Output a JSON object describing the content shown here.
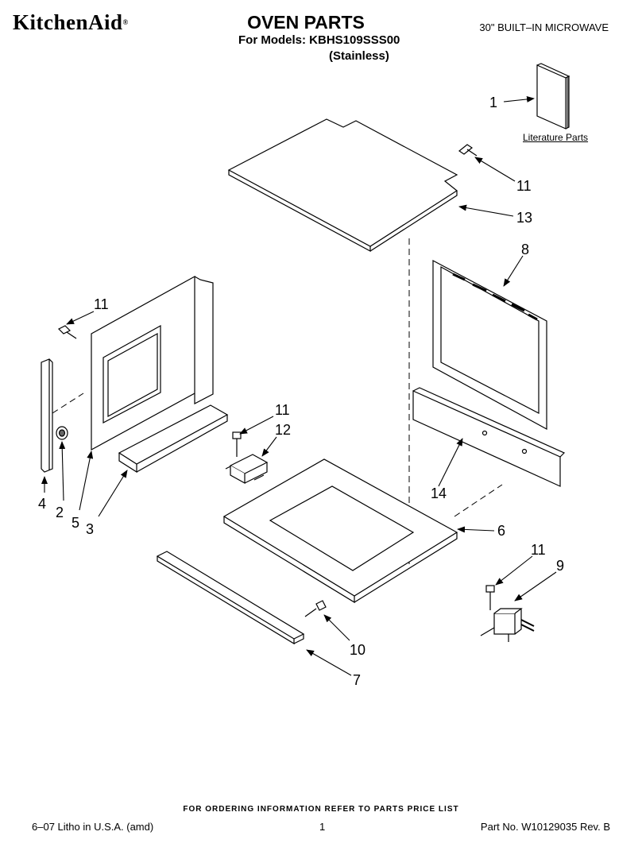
{
  "header": {
    "brand": "KitchenAid",
    "brand_mark": "®",
    "title": "OVEN PARTS",
    "models": "For Models: KBHS109SSS00",
    "variant": "(Stainless)",
    "category": "30\" BUILT–IN MICROWAVE"
  },
  "labels": {
    "literature": "Literature Parts"
  },
  "callouts": {
    "c1": "1",
    "c11a": "11",
    "c13": "13",
    "c8": "8",
    "c11b": "11",
    "c4": "4",
    "c2": "2",
    "c5": "5",
    "c3": "3",
    "c11c": "11",
    "c12": "12",
    "c14": "14",
    "c6": "6",
    "c11d": "11",
    "c9": "9",
    "c10": "10",
    "c7": "7"
  },
  "footer": {
    "ordering": "FOR ORDERING INFORMATION REFER TO PARTS PRICE LIST",
    "litho": "6–07 Litho in U.S.A. (amd)",
    "page": "1",
    "part_no": "Part No. W10129035 Rev. B"
  }
}
